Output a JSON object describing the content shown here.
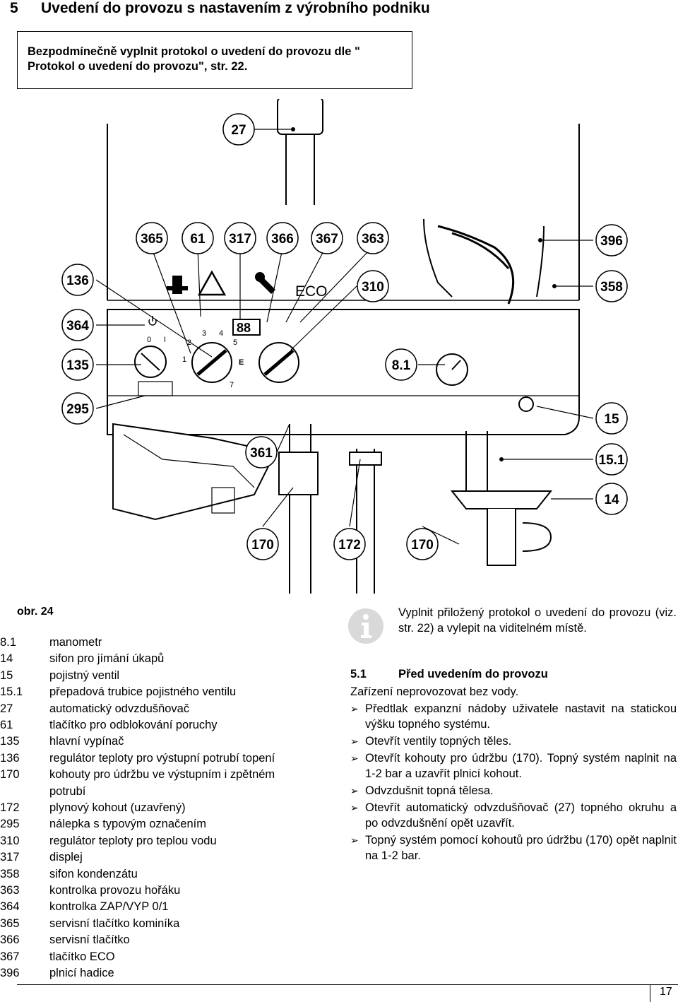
{
  "header": {
    "number": "5",
    "title": "Uvedení do provozu s nastavením z výrobního podniku"
  },
  "notice": {
    "line1": "Bezpodmínečně vyplnit protokol o uvedení do provozu dle \"",
    "line2": "Protokol o uvedení do provozu\", str. 22."
  },
  "figure": {
    "labels": [
      "27",
      "365",
      "61",
      "317",
      "366",
      "367",
      "363",
      "396",
      "136",
      "310",
      "358",
      "364",
      "135",
      "8.1",
      "295",
      "15",
      "361",
      "15.1",
      "14",
      "170",
      "172",
      "170"
    ],
    "panel": {
      "eco": "ECO",
      "display": "88",
      "scale_0": "0",
      "scale_1": "I",
      "dial_marks": [
        "1",
        "2",
        "3",
        "4",
        "5",
        "E",
        "7"
      ]
    }
  },
  "caption": "obr. 24",
  "legend": [
    {
      "num": "8.1",
      "text": "manometr"
    },
    {
      "num": "14",
      "text": "sifon pro jímání úkapů"
    },
    {
      "num": "15",
      "text": "pojistný ventil"
    },
    {
      "num": "15.1",
      "text": "přepadová trubice pojistného ventilu"
    },
    {
      "num": "27",
      "text": "automatický odvzdušňovač"
    },
    {
      "num": "61",
      "text": "tlačítko pro odblokování poruchy"
    },
    {
      "num": "135",
      "text": "hlavní vypínač"
    },
    {
      "num": "136",
      "text": "regulátor teploty pro výstupní potrubí topení"
    },
    {
      "num": "170",
      "text": "kohouty pro údržbu ve výstupním i zpětném"
    },
    {
      "num": "",
      "text": "potrubí"
    },
    {
      "num": "172",
      "text": "plynový kohout (uzavřený)"
    },
    {
      "num": "295",
      "text": "nálepka s typovým označením"
    },
    {
      "num": "310",
      "text": "regulátor teploty pro teplou vodu"
    },
    {
      "num": "317",
      "text": "displej"
    },
    {
      "num": "358",
      "text": "sifon kondenzátu"
    },
    {
      "num": "363",
      "text": "kontrolka provozu hořáku"
    },
    {
      "num": "364",
      "text": "kontrolka ZAP/VYP 0/1"
    },
    {
      "num": "365",
      "text": "servisní tlačítko kominíka"
    },
    {
      "num": "366",
      "text": "servisní tlačítko"
    },
    {
      "num": "367",
      "text": "tlačítko ECO"
    },
    {
      "num": "396",
      "text": "plnicí hadice"
    }
  ],
  "info": {
    "text": "Vyplnit přiložený protokol o uvedení do provozu (viz. str. 22) a vylepit na viditelném místě."
  },
  "section": {
    "number": "5.1",
    "title": "Před uvedením do provozu",
    "intro": "Zařízení neprovozovat bez vody.",
    "steps": [
      "Předtlak expanzní nádoby uživatele nastavit na statickou výšku topného systému.",
      "Otevřít ventily topných těles.",
      "Otevřít kohouty pro údržbu (170). Topný systém naplnit na 1-2 bar a uzavřít plnicí kohout.",
      "Odvzdušnit topná tělesa.",
      "Otevřít automatický odvzdušňovač (27) topného okruhu a po odvzdušnění opět uzavřít.",
      "Topný systém pomocí kohoutů pro údržbu (170) opět naplnit na 1-2 bar."
    ]
  },
  "page_number": "17"
}
